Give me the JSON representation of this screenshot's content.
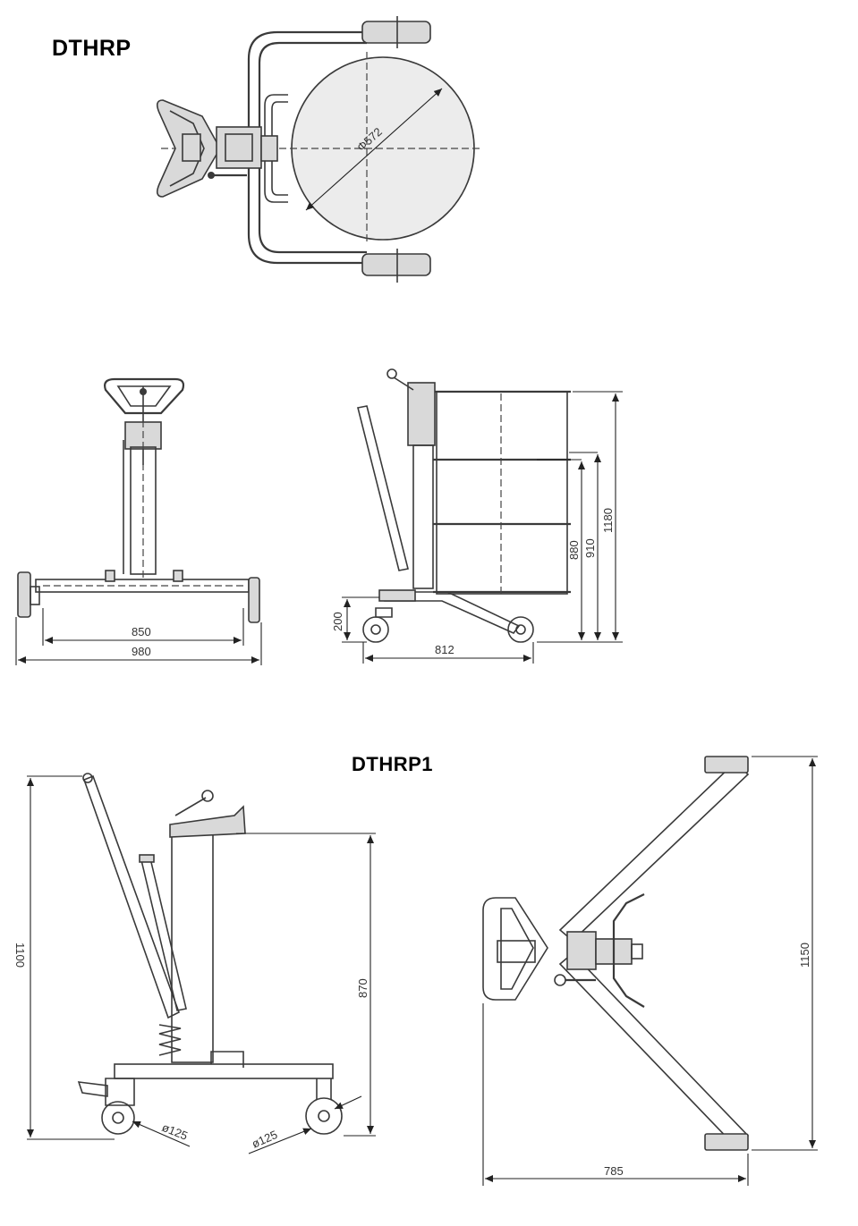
{
  "models": {
    "top": "DTHRP",
    "bottom": "DTHRP1"
  },
  "dimensions": {
    "drum_diameter": "Φ572",
    "front_inner_width": "850",
    "front_outer_width": "980",
    "side_base_length": "812",
    "side_low_height": "200",
    "side_height_a": "880",
    "side_height_b": "910",
    "side_height_c": "1180",
    "p1_handle_height": "1100",
    "p1_body_height": "870",
    "p1_wheel_a": "ø125",
    "p1_wheel_b": "ø125",
    "p1_base_depth": "1150",
    "p1_base_width": "785"
  }
}
